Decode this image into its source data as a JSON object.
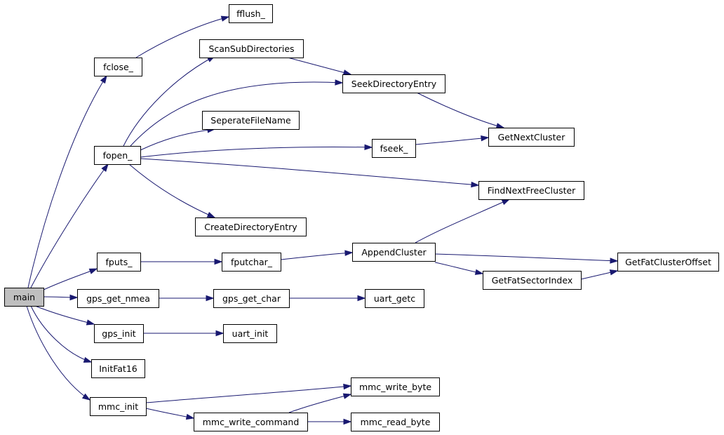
{
  "graph": {
    "type": "call-graph",
    "nodes": {
      "main": "main",
      "fclose": "fclose_",
      "fflush": "fflush_",
      "fopen": "fopen_",
      "scansub": "ScanSubDirectories",
      "seekdir": "SeekDirectoryEntry",
      "sepfile": "SeperateFileName",
      "fseek": "fseek_",
      "getnext": "GetNextCluster",
      "findfree": "FindNextFreeCluster",
      "createdir": "CreateDirectoryEntry",
      "fputs": "fputs_",
      "fputchar": "fputchar_",
      "append": "AppendCluster",
      "getfatoff": "GetFatClusterOffset",
      "getfatsec": "GetFatSectorIndex",
      "gpsnmea": "gps_get_nmea",
      "gpschar": "gps_get_char",
      "uartgetc": "uart_getc",
      "gpsinit": "gps_init",
      "uartinit": "uart_init",
      "initfat": "InitFat16",
      "mmcinit": "mmc_init",
      "mmcwb": "mmc_write_byte",
      "mmcwc": "mmc_write_command",
      "mmcrb": "mmc_read_byte"
    },
    "edges": [
      [
        "main",
        "fclose"
      ],
      [
        "main",
        "fopen"
      ],
      [
        "main",
        "fputs"
      ],
      [
        "main",
        "gpsnmea"
      ],
      [
        "main",
        "gpsinit"
      ],
      [
        "main",
        "initfat"
      ],
      [
        "main",
        "mmcinit"
      ],
      [
        "fclose",
        "fflush"
      ],
      [
        "fopen",
        "scansub"
      ],
      [
        "fopen",
        "seekdir"
      ],
      [
        "fopen",
        "sepfile"
      ],
      [
        "fopen",
        "fseek"
      ],
      [
        "fopen",
        "findfree"
      ],
      [
        "fopen",
        "createdir"
      ],
      [
        "scansub",
        "seekdir"
      ],
      [
        "seekdir",
        "getnext"
      ],
      [
        "fseek",
        "getnext"
      ],
      [
        "fputs",
        "fputchar"
      ],
      [
        "fputchar",
        "append"
      ],
      [
        "append",
        "findfree"
      ],
      [
        "append",
        "getfatoff"
      ],
      [
        "append",
        "getfatsec"
      ],
      [
        "getfatsec",
        "getfatoff"
      ],
      [
        "gpsnmea",
        "gpschar"
      ],
      [
        "gpschar",
        "uartgetc"
      ],
      [
        "gpsinit",
        "uartinit"
      ],
      [
        "mmcinit",
        "mmcwb"
      ],
      [
        "mmcinit",
        "mmcwc"
      ],
      [
        "mmcwc",
        "mmcwb"
      ],
      [
        "mmcwc",
        "mmcrb"
      ]
    ],
    "colors": {
      "edge": "#191970",
      "root_fill": "#bfbfbf",
      "node_fill": "#ffffff",
      "node_border": "#000000"
    }
  }
}
